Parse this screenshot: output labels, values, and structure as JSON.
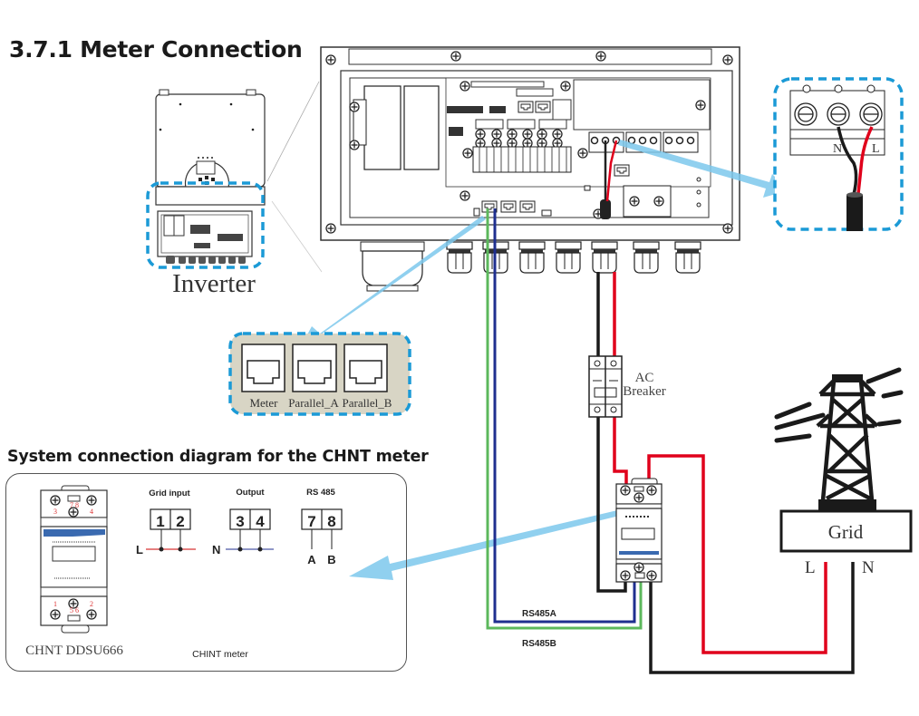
{
  "section_title": "3.7.1 Meter Connection",
  "inverter": {
    "label": "Inverter"
  },
  "port_callout": {
    "ports": [
      "Meter",
      "Parallel_A",
      "Parallel_B"
    ]
  },
  "terminal_callout": {
    "labels": [
      "N",
      "L"
    ]
  },
  "breaker": {
    "label_line1": "AC",
    "label_line2": "Breaker"
  },
  "grid": {
    "label": "Grid",
    "line_label": "L",
    "neutral_label": "N"
  },
  "rs485": {
    "a_label": "RS485A",
    "b_label": "RS485B"
  },
  "system_diagram": {
    "title": "System connection diagram for the CHNT meter",
    "meter_model": "CHNT  DDSU666",
    "meter_caption": "CHINT meter",
    "meter_top_terminals": [
      "3",
      "7 8",
      "4"
    ],
    "meter_bottom_terminals": [
      "1",
      "5 6",
      "2"
    ],
    "groups": [
      {
        "title": "Grid input",
        "terminals": [
          "1",
          "2"
        ],
        "wire_label": "L"
      },
      {
        "title": "Output",
        "terminals": [
          "3",
          "4"
        ],
        "wire_label": "N"
      },
      {
        "title": "RS 485",
        "terminals": [
          "7",
          "8"
        ],
        "wire_labels": [
          "A",
          "B"
        ]
      }
    ]
  },
  "colors": {
    "line_wire": "#e0001b",
    "neutral_wire": "#1a1a1a",
    "rs485a_wire": "#1f2f8f",
    "rs485b_wire": "#5cb85c",
    "callout_dash": "#1b9ad6",
    "arrow": "#7cc8ec",
    "port_panel": "#d8d5c5"
  }
}
